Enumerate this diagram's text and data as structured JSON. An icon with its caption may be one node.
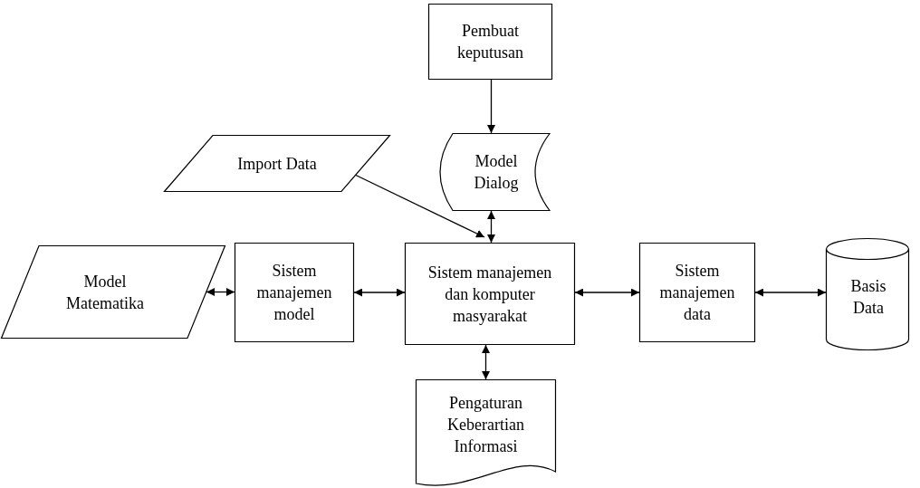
{
  "diagram": {
    "nodes": [
      {
        "text": [
          "Pembuat keputusan"
        ]
      },
      {
        "text": [
          "Model Dialog"
        ]
      },
      {
        "text": [
          "Import Data"
        ]
      },
      {
        "text": [
          "Model Matematika"
        ]
      },
      {
        "text": [
          "Sistem manajemen model"
        ]
      },
      {
        "text": [
          "Sistem manajemen dan komputer masyarakat"
        ]
      },
      {
        "text": [
          "Sistem manajemen data"
        ]
      },
      {
        "text": [
          "Basis Data"
        ]
      },
      {
        "text": [
          "Pengaturan Keberartian Informasi"
        ]
      }
    ],
    "edges": [
      {
        "from": 0,
        "to": 1,
        "arrow": "to"
      },
      {
        "from": 2,
        "to": 5,
        "arrow": "to"
      },
      {
        "from": 1,
        "to": 5,
        "arrow": "both"
      },
      {
        "from": 3,
        "to": 4,
        "arrow": "both"
      },
      {
        "from": 4,
        "to": 5,
        "arrow": "both"
      },
      {
        "from": 5,
        "to": 6,
        "arrow": "both"
      },
      {
        "from": 6,
        "to": 7,
        "arrow": "both"
      },
      {
        "from": 5,
        "to": 8,
        "arrow": "both"
      }
    ]
  }
}
